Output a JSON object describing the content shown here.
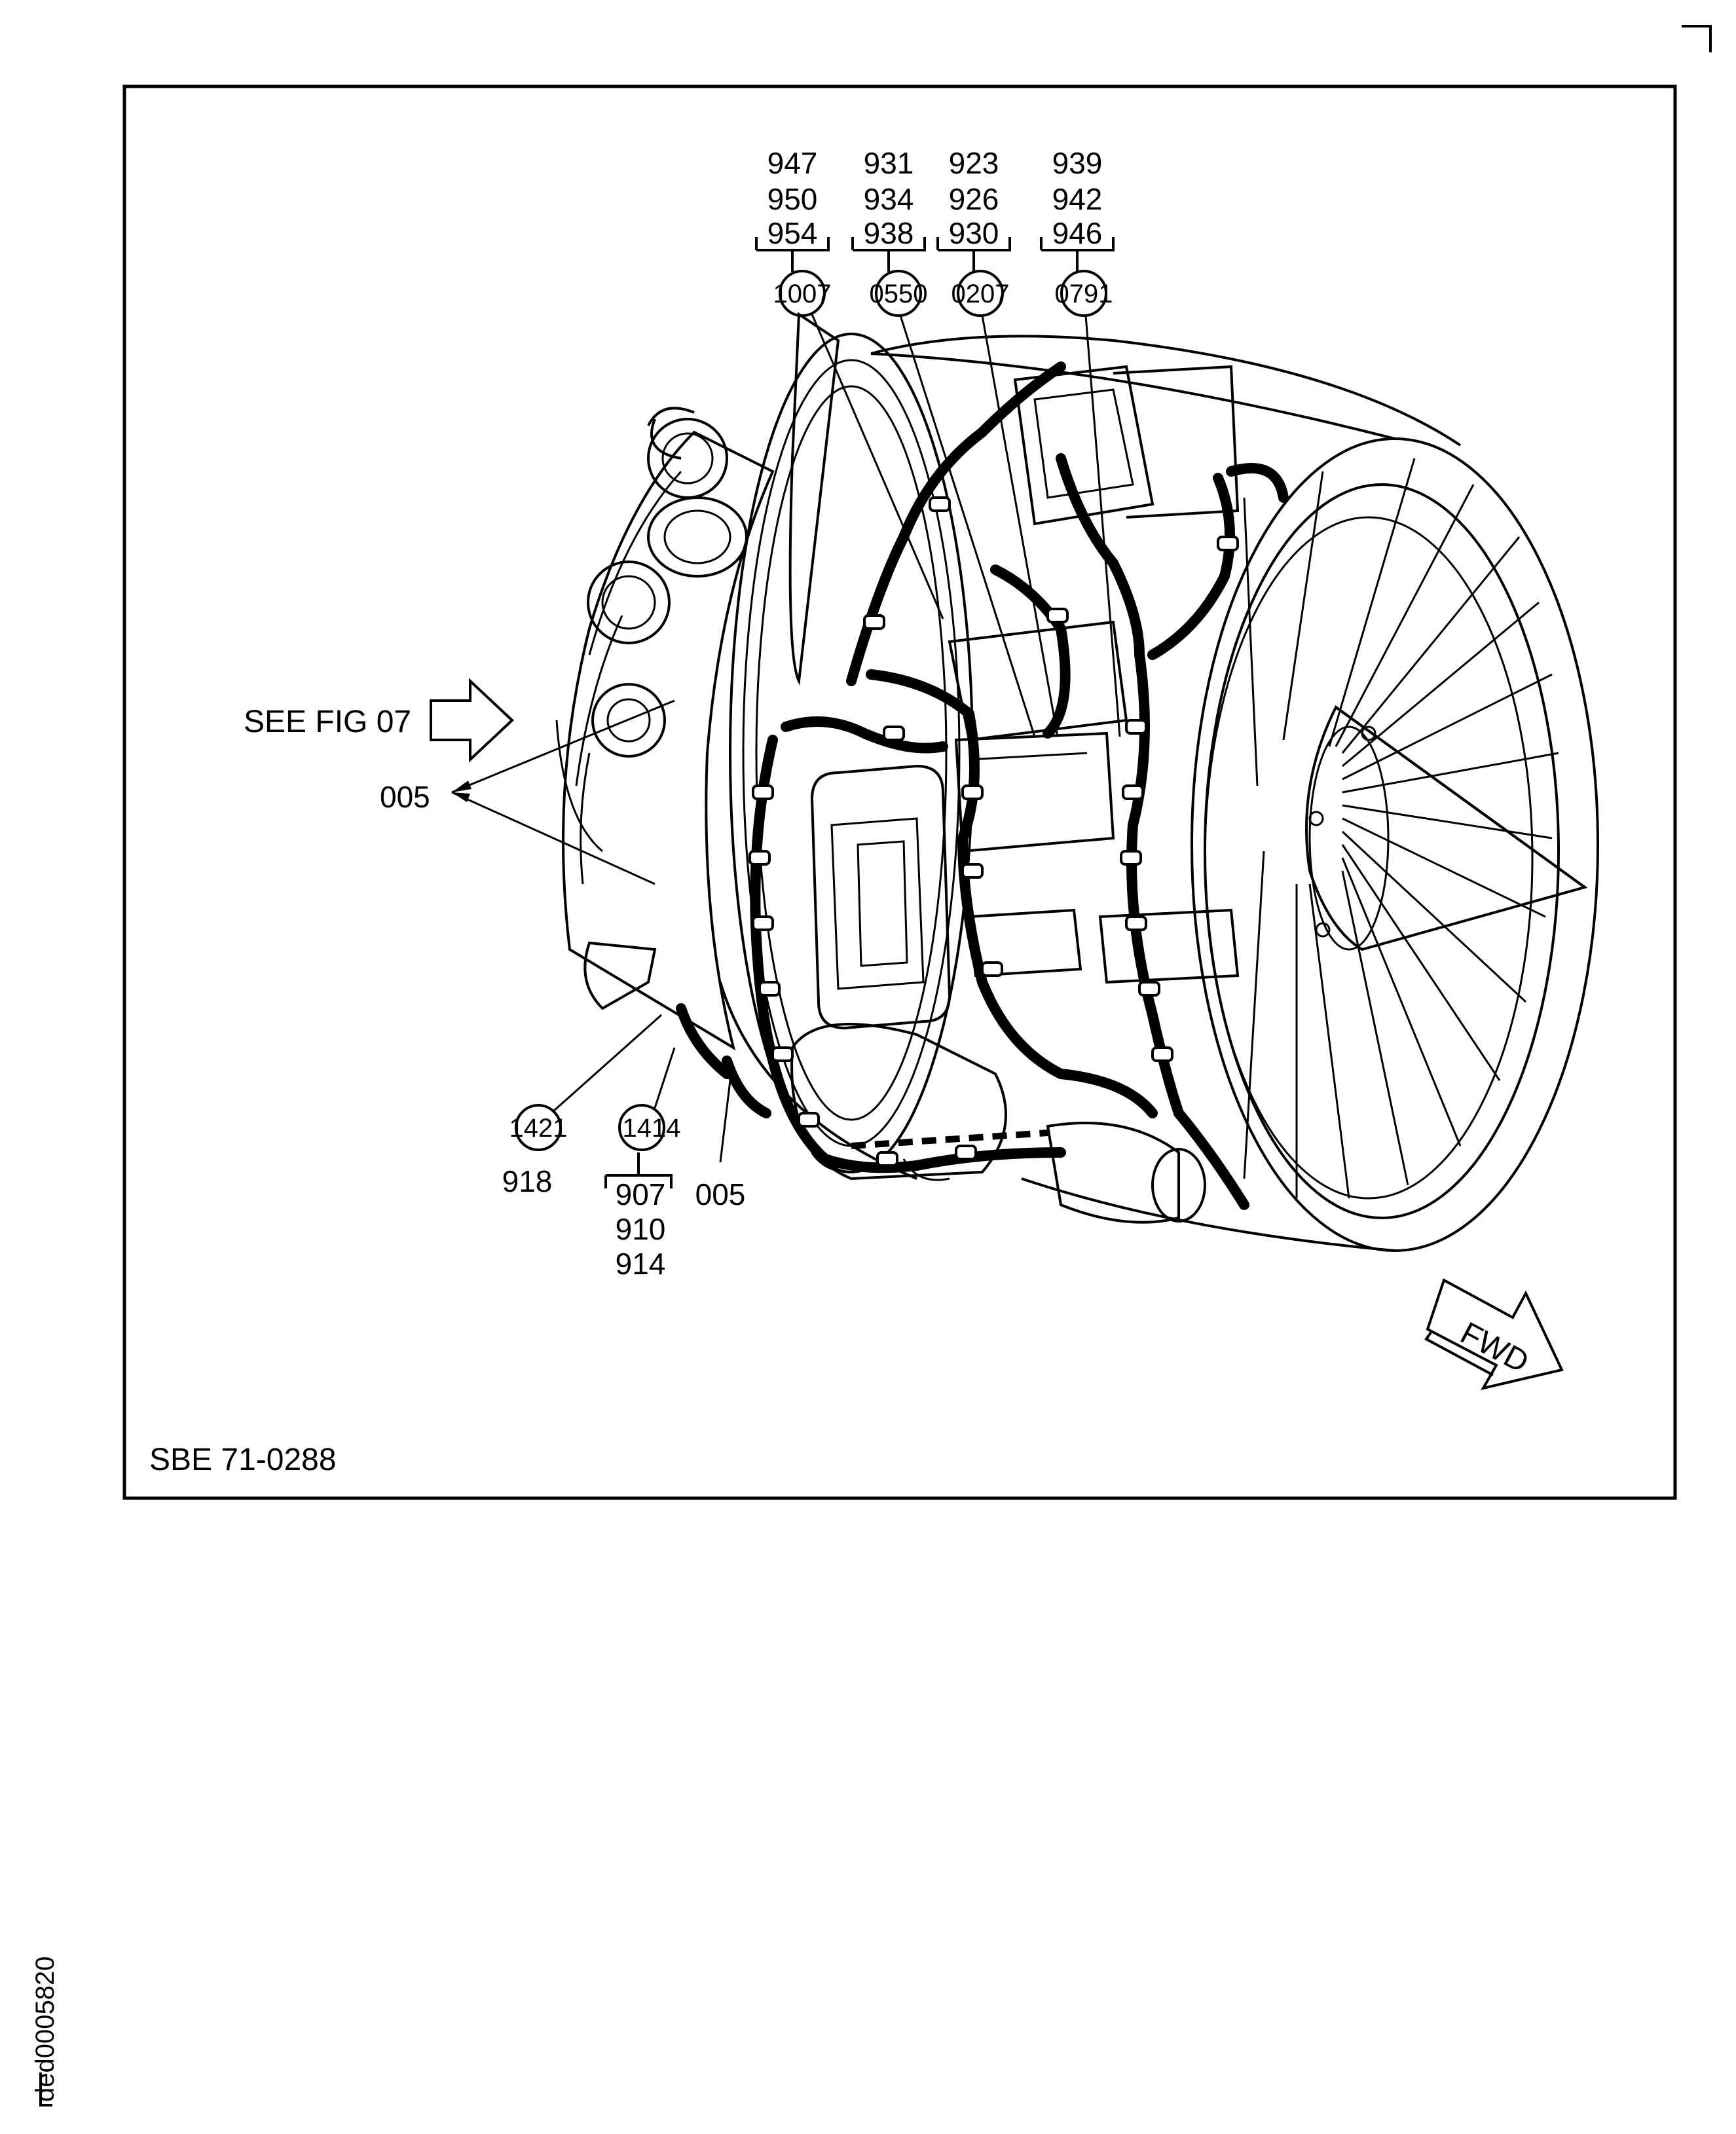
{
  "figure": {
    "frame_label": "SBE 71-0288",
    "side_id": "ded0005820",
    "see_fig": "SEE FIG 07",
    "fwd": "FWD"
  },
  "top_callouts": [
    {
      "numbers": [
        "947",
        "950",
        "954"
      ],
      "bubble": "1007"
    },
    {
      "numbers": [
        "931",
        "934",
        "938"
      ],
      "bubble": "0550"
    },
    {
      "numbers": [
        "923",
        "926",
        "930"
      ],
      "bubble": "0207"
    },
    {
      "numbers": [
        "939",
        "942",
        "946"
      ],
      "bubble": "0791"
    }
  ],
  "left_callout": {
    "label": "005"
  },
  "bottom_callouts": [
    {
      "bubble": "1421",
      "numbers": [
        "918"
      ]
    },
    {
      "bubble": "1414",
      "numbers": [
        "907",
        "910",
        "914"
      ]
    },
    {
      "bubble": "",
      "numbers": [
        "005"
      ]
    }
  ]
}
